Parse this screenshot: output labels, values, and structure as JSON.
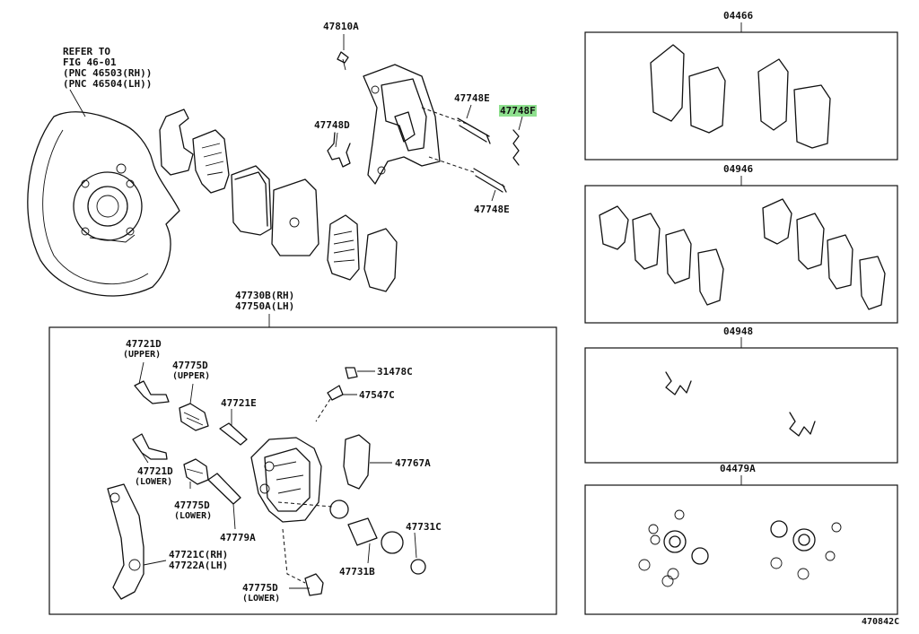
{
  "refer_note": {
    "line1": "REFER TO",
    "line2": "FIG 46-01",
    "line3": "(PNC 46503(RH))",
    "line4": "(PNC 46504(LH))"
  },
  "top_parts": {
    "p47810A": "47810A",
    "p47748E_upper": "47748E",
    "p47748F": "47748F",
    "p47748D": "47748D",
    "p47748E_lower": "47748E"
  },
  "assembly": {
    "line1": "47730B(RH)",
    "line2": "47750A(LH)"
  },
  "inner_parts": {
    "p47721D_upper": "47721D",
    "p47721D_upper_note": "(UPPER)",
    "p47775D_upper": "47775D",
    "p47775D_upper_note": "(UPPER)",
    "p47721E": "47721E",
    "p31478C": "31478C",
    "p47547C": "47547C",
    "p47767A": "47767A",
    "p47721D_lower": "47721D",
    "p47721D_lower_note": "(LOWER)",
    "p47775D_lower": "47775D",
    "p47775D_lower_note": "(LOWER)",
    "p47779A": "47779A",
    "p47731C": "47731C",
    "p47731B": "47731B",
    "p47721C": "47721C(RH)",
    "p47722A": "47722A(LH)",
    "p47775D_bottom": "47775D",
    "p47775D_bottom_note": "(LOWER)"
  },
  "kits": [
    {
      "label": "04466"
    },
    {
      "label": "04946"
    },
    {
      "label": "04948"
    },
    {
      "label": "04479A"
    }
  ],
  "diagram_id": "470842C",
  "colors": {
    "highlight": "#8ee08e",
    "ink": "#111111"
  }
}
